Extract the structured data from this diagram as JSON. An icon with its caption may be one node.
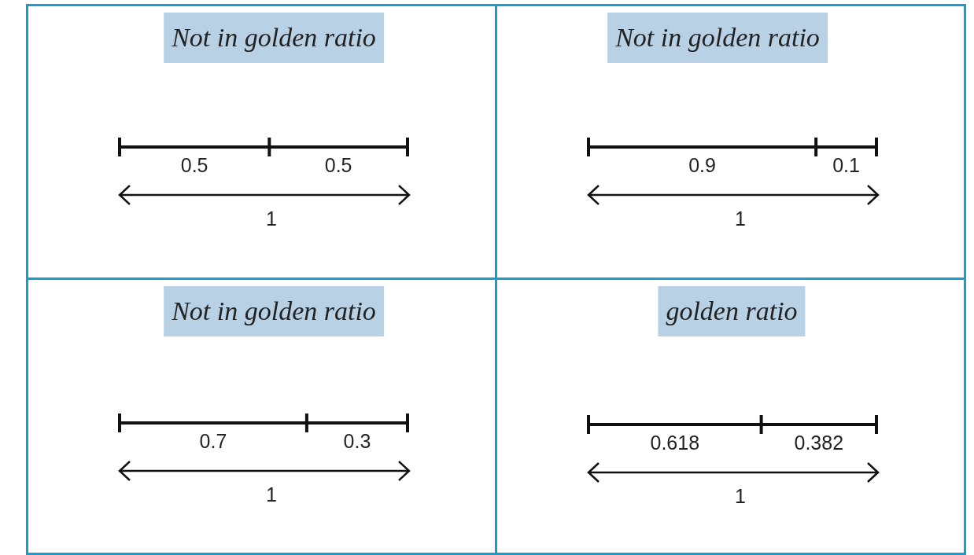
{
  "diagram": {
    "nodes": [
      {
        "text": [
          "Not in golden ratio"
        ]
      },
      {
        "text": [
          "Not in golden ratio"
        ]
      },
      {
        "text": [
          "Not in golden ratio"
        ]
      },
      {
        "text": [
          "golden ratio"
        ]
      }
    ],
    "labels": [
      "0.5",
      "0.5",
      "1",
      "0.9",
      "0.1",
      "1",
      "0.7",
      "0.3",
      "1",
      "0.618",
      "0.382",
      "1"
    ]
  }
}
